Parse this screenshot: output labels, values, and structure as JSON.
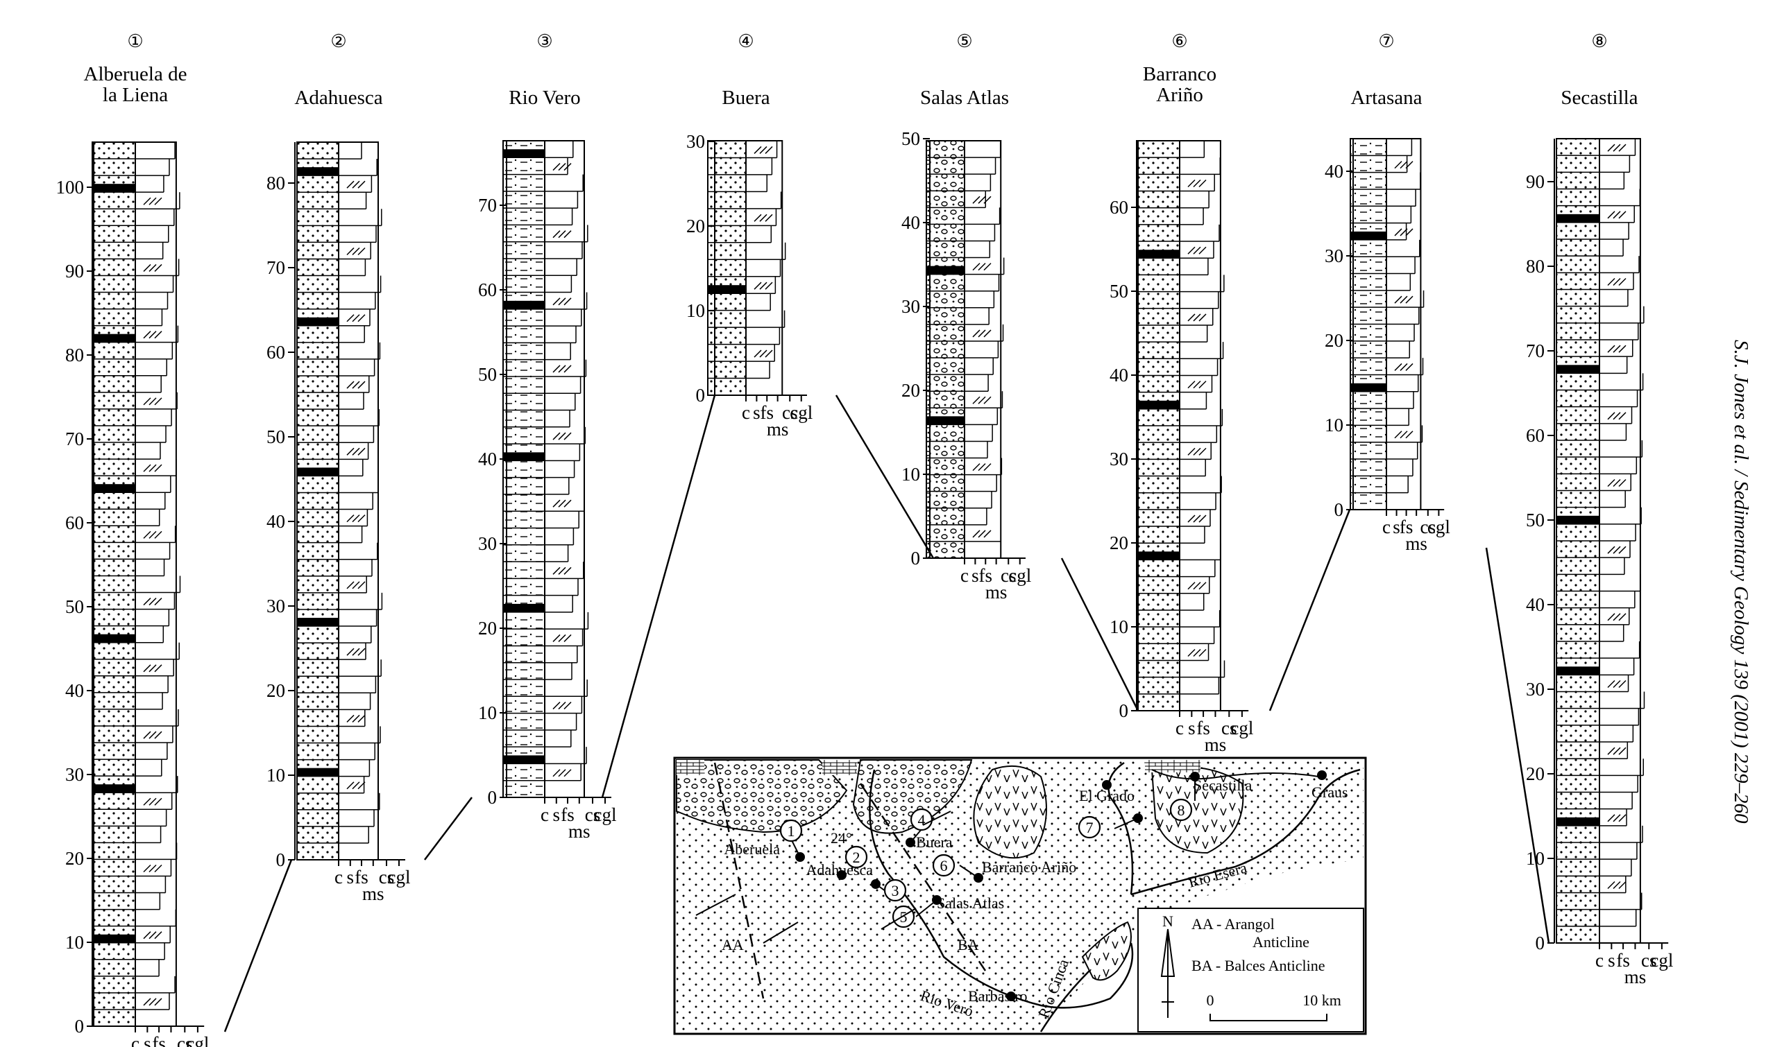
{
  "citation": "S.J. Jones et al. / Sedimentary Geology 139 (2001) 229–260",
  "grain_size_labels": [
    "c",
    "s",
    "fs",
    "ms",
    "cs",
    "cgl"
  ],
  "sections": [
    {
      "number": "①",
      "name_lines": [
        "Alberuela de",
        "la Liena"
      ],
      "ticks": [
        "0",
        "10",
        "20",
        "30",
        "40",
        "50",
        "60",
        "70",
        "80",
        "90",
        "100"
      ]
    },
    {
      "number": "②",
      "name_lines": [
        "Adahuesca"
      ],
      "ticks": [
        "0",
        "10",
        "20",
        "30",
        "40",
        "50",
        "60",
        "70",
        "80"
      ]
    },
    {
      "number": "③",
      "name_lines": [
        "Rio Vero"
      ],
      "ticks": [
        "0",
        "10",
        "20",
        "30",
        "40",
        "50",
        "60",
        "70"
      ]
    },
    {
      "number": "④",
      "name_lines": [
        "Buera"
      ],
      "ticks": [
        "0",
        "10",
        "20",
        "30"
      ]
    },
    {
      "number": "⑤",
      "name_lines": [
        "Salas Atlas"
      ],
      "ticks": [
        "0",
        "10",
        "20",
        "30",
        "40",
        "50"
      ]
    },
    {
      "number": "⑥",
      "name_lines": [
        "Barranco",
        "Ariño"
      ],
      "ticks": [
        "0",
        "10",
        "20",
        "30",
        "40",
        "50",
        "60"
      ]
    },
    {
      "number": "⑦",
      "name_lines": [
        "Artasana"
      ],
      "ticks": [
        "0",
        "10",
        "20",
        "30",
        "40"
      ]
    },
    {
      "number": "⑧",
      "name_lines": [
        "Secastilla"
      ],
      "ticks": [
        "0",
        "10",
        "20",
        "30",
        "40",
        "50",
        "60",
        "70",
        "80",
        "90"
      ]
    }
  ],
  "map": {
    "places": [
      {
        "num": "1",
        "name": "Aberuela"
      },
      {
        "num": "2",
        "name": "Adahuesca"
      },
      {
        "num": "3",
        "name": ""
      },
      {
        "num": "4",
        "name": "Buera"
      },
      {
        "num": "5",
        "name": "Salas Atlas"
      },
      {
        "num": "6",
        "name": "Barranco Ariño"
      },
      {
        "num": "7",
        "name": "El Grado"
      },
      {
        "num": "8",
        "name": "Secastilla"
      }
    ],
    "towns": [
      "Barbastro",
      "Graus"
    ],
    "rivers": [
      "Rio Vero",
      "Rio Cinca",
      "Rio Esera"
    ],
    "structures": [
      "AA",
      "BA"
    ],
    "dip_label": "24°",
    "legend": {
      "north": "N",
      "aa": [
        "AA - Arangol",
        "Anticline"
      ],
      "ba": "BA - Balces Anticline",
      "scale_start": "0",
      "scale_end": "10 km"
    }
  }
}
